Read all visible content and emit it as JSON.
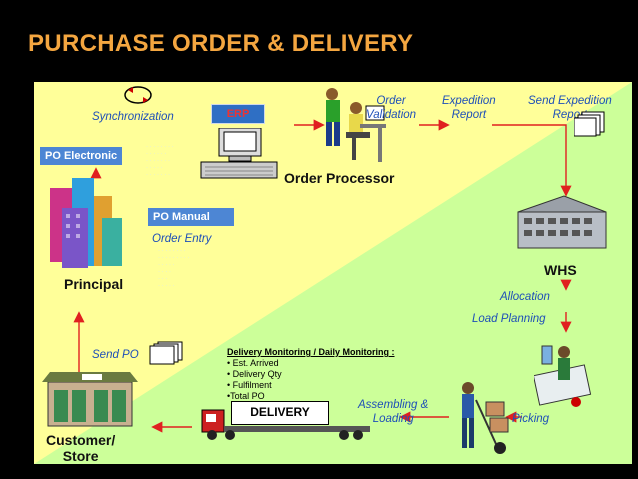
{
  "title": "PURCHASE ORDER & DELIVERY",
  "colors": {
    "title": "#f4a640",
    "yellow": "#ffff99",
    "green": "#ccff99",
    "arrow": "#e02020",
    "label_blue": "#1e4fb8",
    "box_blue": "#4d86d4"
  },
  "labels": {
    "synchronization": "Synchronization",
    "erp": "ERP",
    "po_electronic": "PO Electronic",
    "po_manual": "PO Manual",
    "order_entry": "Order Entry",
    "principal": "Principal",
    "order_processor": "Order Processor",
    "order_validation_1": "Order",
    "order_validation_2": "Validation",
    "expedition_report_1": "Expedition",
    "expedition_report_2": "Report",
    "send_expedition_1": "Send Expedition",
    "send_expedition_2": "Report",
    "whs": "WHS",
    "allocation": "Allocation",
    "load_planning": "Load Planning",
    "send_po": "Send PO",
    "delivery": "DELIVERY",
    "assembling_1": "Assembling &",
    "assembling_2": "Loading",
    "picking": "Picking",
    "customer_1": "Customer/",
    "customer_2": "Store"
  },
  "monitoring": {
    "heading": "Delivery Monitoring / Daily Monitoring :",
    "items": [
      "• Est. Arrived",
      "• Delivery Qty",
      "• Fulfilment",
      "•Total PO"
    ]
  },
  "icons": [
    "sync-icon",
    "computer-icon",
    "office-workers-icon",
    "buildings-icon",
    "report-documents-icon",
    "warehouse-icon",
    "planner-icon",
    "worker-handtruck-icon",
    "truck-icon",
    "store-icon",
    "po-documents-icon"
  ]
}
